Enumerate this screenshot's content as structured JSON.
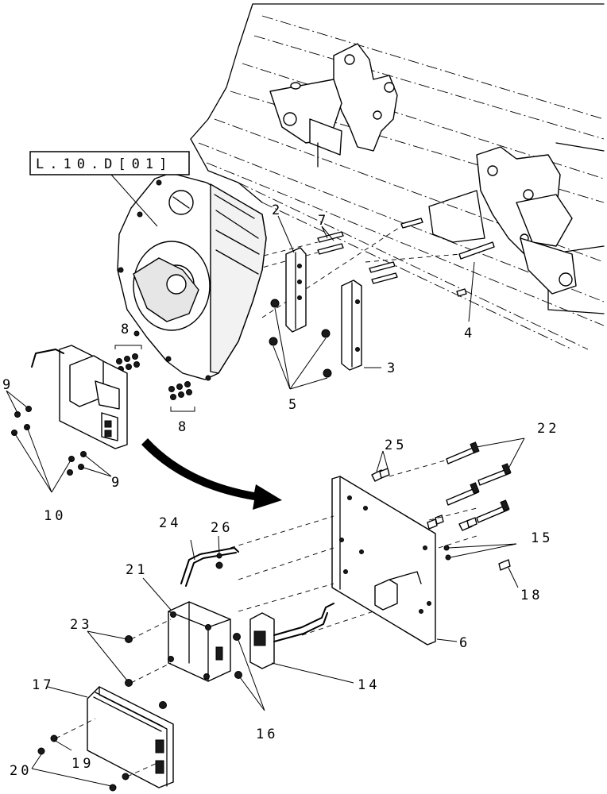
{
  "reference_box": {
    "label": "L.10.D[01]"
  },
  "callouts": {
    "c2": "2",
    "c3": "3",
    "c4": "4",
    "c5": "5",
    "c6": "6",
    "c7": "7",
    "c8_top": "8",
    "c8_bottom": "8",
    "c9_left": "9",
    "c9_bottom": "9",
    "c10": "10",
    "c14": "14",
    "c15": "15",
    "c16": "16",
    "c17": "17",
    "c18": "18",
    "c19": "19",
    "c20": "20",
    "c21": "21",
    "c22": "22",
    "c23": "23",
    "c24": "24",
    "c25": "25",
    "c26": "26"
  },
  "colors": {
    "line": "#000000",
    "background": "#ffffff",
    "shade": "#cfcfcf"
  }
}
